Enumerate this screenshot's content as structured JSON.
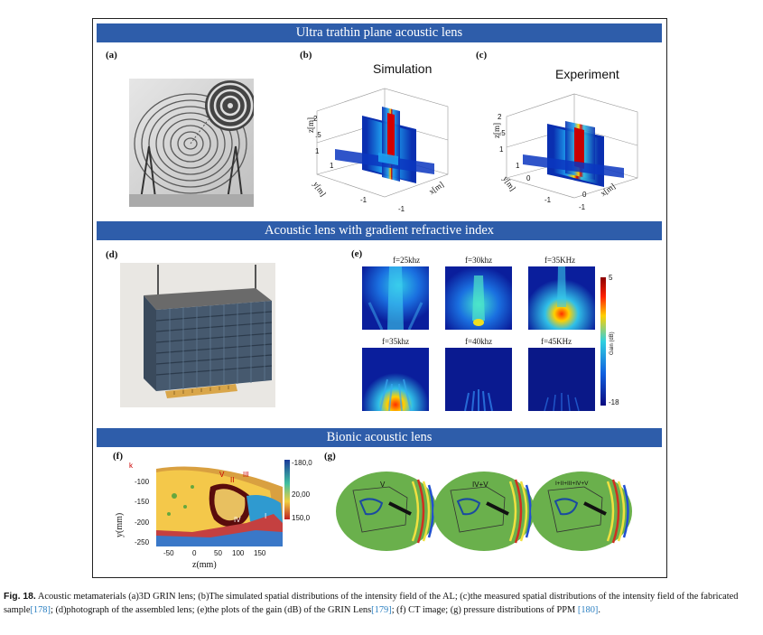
{
  "figure": {
    "section1_title": "Ultra trathin plane acoustic lens",
    "section2_title": "Acoustic lens with  gradient refractive index",
    "section3_title": "Bionic acoustic lens",
    "panels": {
      "a": "(a)",
      "b": "(b)",
      "c": "(c)",
      "d": "(d)",
      "e": "(e)",
      "f": "(f)",
      "g": "(g)"
    },
    "simulation_title": "Simulation",
    "experiment_title": "Experiment",
    "axis3d": {
      "z": "z[m]",
      "y": "y[m]",
      "x": "x[m]",
      "t2": "2",
      "t15": ".5",
      "t1": "1",
      "tm1": "-1",
      "t0": "0"
    },
    "gain_plots": [
      {
        "label": "f=25khz"
      },
      {
        "label": "f=30khz"
      },
      {
        "label": "f=35KHz"
      },
      {
        "label": "f=35khz"
      },
      {
        "label": "f=40khz"
      },
      {
        "label": "f=45KHz"
      }
    ],
    "colorbar": {
      "top": "5",
      "bottom": "-18",
      "label": "Gain (dB)"
    },
    "ct": {
      "ylabel": "y(mm)",
      "xlabel": "z(mm)",
      "yticks": [
        "-100",
        "-150",
        "-200",
        "-250"
      ],
      "xticks": [
        "-50",
        "0",
        "50",
        "100",
        "150"
      ],
      "cbar": [
        "-180,0",
        "20,00",
        "150,0"
      ],
      "regions": [
        "V",
        "II",
        "III",
        "IV",
        "I"
      ],
      "corner_mark": "k"
    },
    "pressure_labels": [
      "V",
      "IV+V",
      "I+II+III+IV+V"
    ]
  },
  "caption": {
    "fig_label": "Fig. 18.",
    "text1": " Acoustic metamaterials (a)3D GRIN lens; (b)The simulated spatial distributions of the intensity field of the AL; (c)the measured spatial distributions of the intensity field of the fabricated sample",
    "ref1": "[178]",
    "text2": "; (d)photograph of the assembled lens; (e)the plots of the gain (dB) of the GRIN Lens",
    "ref2": "[179]",
    "text3": "; (f) CT image; (g) pressure distributions of PPM ",
    "ref3": "[180]",
    "text4": "."
  },
  "colors": {
    "banner": "#2e5daa",
    "ref": "#2a7fc1"
  }
}
